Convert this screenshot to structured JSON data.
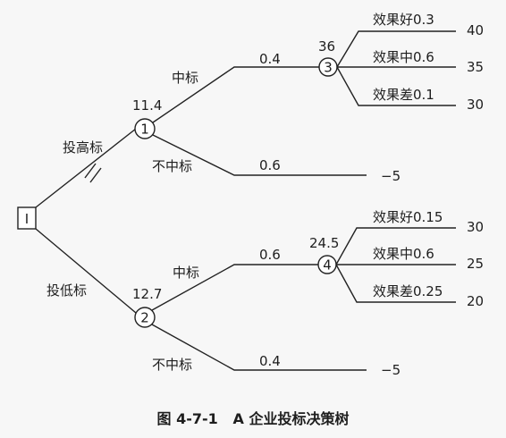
{
  "decision_node": {
    "label": "I"
  },
  "branches": {
    "high": {
      "decision": "投高标",
      "node_label": "1",
      "expected_value": "11.4",
      "win": {
        "label": "中标",
        "probability": "0.4"
      },
      "lose": {
        "label": "不中标",
        "probability": "0.6",
        "payoff": "−5"
      }
    },
    "low": {
      "decision": "投低标",
      "node_label": "2",
      "expected_value": "12.7",
      "win": {
        "label": "中标",
        "probability": "0.6"
      },
      "lose": {
        "label": "不中标",
        "probability": "0.4",
        "payoff": "−5"
      }
    }
  },
  "node3": {
    "label": "3",
    "expected_value": "36",
    "outcomes": [
      {
        "label": "效果好0.3",
        "payoff": "40"
      },
      {
        "label": "效果中0.6",
        "payoff": "35"
      },
      {
        "label": "效果差0.1",
        "payoff": "30"
      }
    ]
  },
  "node4": {
    "label": "4",
    "expected_value": "24.5",
    "outcomes": [
      {
        "label": "效果好0.15",
        "payoff": "30"
      },
      {
        "label": "效果中0.6",
        "payoff": "25"
      },
      {
        "label": "效果差0.25",
        "payoff": "20"
      }
    ]
  },
  "caption": "图 4-7-1   A 企业投标决策树"
}
